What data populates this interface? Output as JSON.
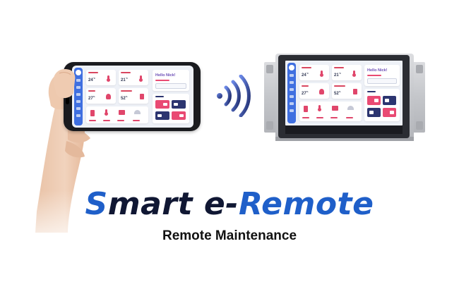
{
  "brand_colors": {
    "accent_blue": "#1f5fc9",
    "dark_navy": "#101733",
    "dashboard_pink": "#e94a73",
    "dashboard_navy": "#2c3570",
    "sidebar_blue": "#3f6fe0"
  },
  "title": {
    "parts": [
      {
        "text": "S",
        "style": "blue"
      },
      {
        "text": "mart e-",
        "style": "dark"
      },
      {
        "text": "Remote",
        "style": "blue"
      }
    ]
  },
  "subtitle": "Remote Maintenance",
  "dashboard": {
    "greeting": "Hello Nick!",
    "readings": [
      {
        "value": "24",
        "unit": "°C"
      },
      {
        "value": "21",
        "unit": "°C"
      },
      {
        "value": "27",
        "unit": "%"
      },
      {
        "value": "52",
        "unit": "%"
      }
    ]
  },
  "icons": {
    "wifi": "wifi-signal-icon",
    "hand": "hand-icon",
    "phone": "smartphone-icon",
    "panel": "hmi-panel-icon"
  }
}
